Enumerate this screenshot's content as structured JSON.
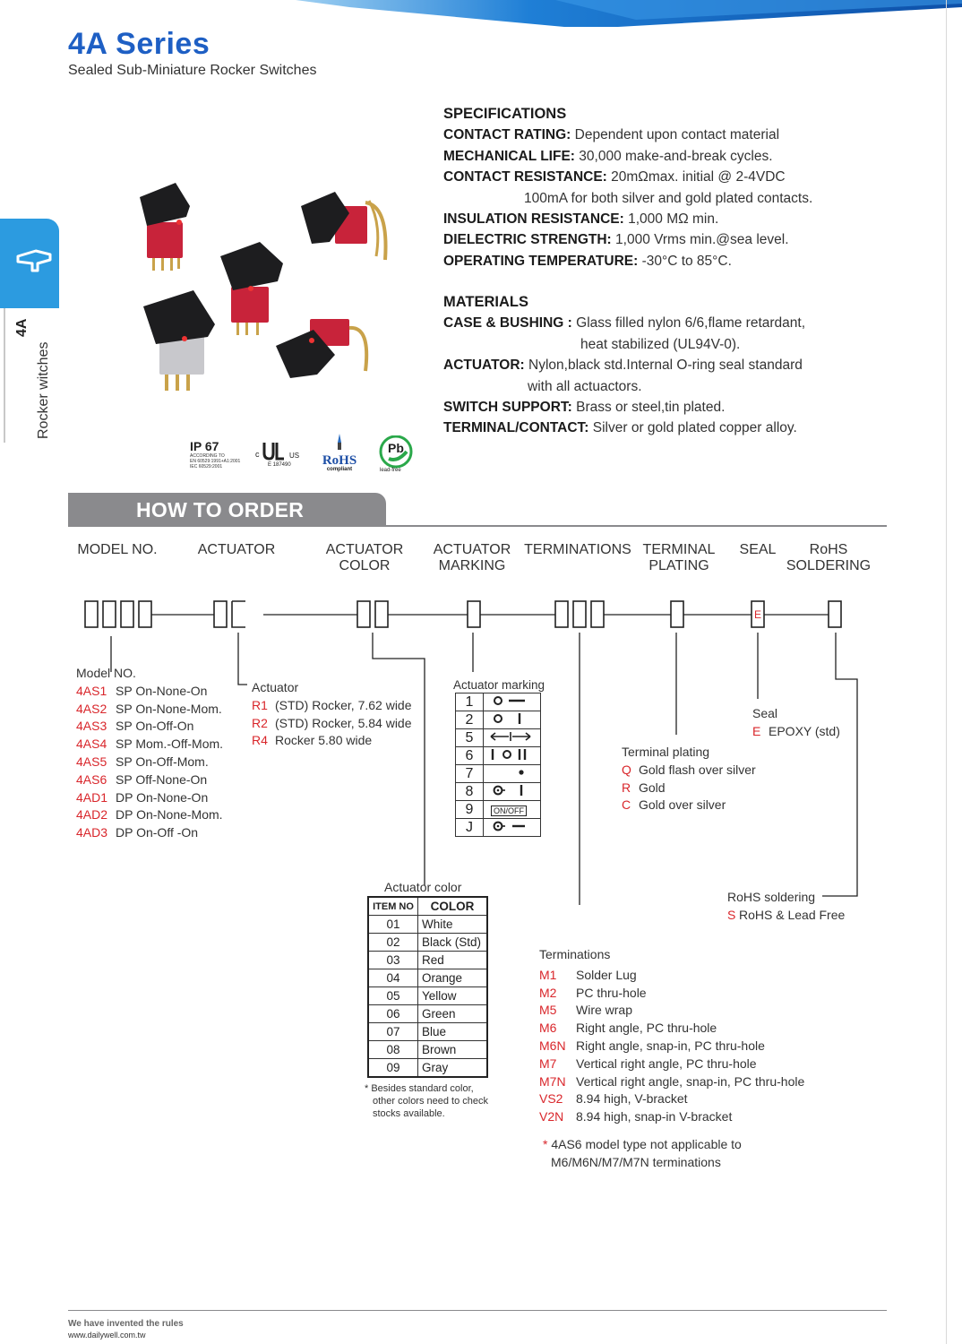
{
  "header": {
    "title": "4A Series",
    "subtitle": "Sealed Sub-Miniature Rocker Switches"
  },
  "side_tab": {
    "code": "4A",
    "label": "Rocker witches"
  },
  "specifications": {
    "heading": "SPECIFICATIONS",
    "rows": [
      {
        "label": "CONTACT RATING:",
        "value": " Dependent upon contact material"
      },
      {
        "label": "MECHANICAL LIFE:",
        "value": " 30,000 make-and-break cycles."
      },
      {
        "label": "CONTACT RESISTANCE:",
        "value": " 20mΩmax. initial @ 2-4VDC"
      },
      {
        "label": "",
        "value": "100mA for both silver and gold plated contacts."
      },
      {
        "label": "INSULATION RESISTANCE:",
        "value": " 1,000 MΩ  min."
      },
      {
        "label": "DIELECTRIC STRENGTH:",
        "value": " 1,000 Vrms min.@sea level."
      },
      {
        "label": "OPERATING TEMPERATURE:",
        "value": " -30°C to 85°C."
      }
    ]
  },
  "materials": {
    "heading": "MATERIALS",
    "rows": [
      {
        "label": "CASE & BUSHING :",
        "value": " Glass filled nylon 6/6,flame retardant,"
      },
      {
        "label": "",
        "value": "heat stabilized (UL94V-0)."
      },
      {
        "label": "ACTUATOR:",
        "value": " Nylon,black std.Internal O-ring seal standard"
      },
      {
        "label": "",
        "value": "with all actuactors."
      },
      {
        "label": "SWITCH  SUPPORT:",
        "value": " Brass or steel,tin plated."
      },
      {
        "label": "TERMINAL/CONTACT:",
        "value": " Silver or gold plated copper alloy."
      }
    ]
  },
  "certifications": {
    "ip_title": "IP 67",
    "ip_lines": [
      "ACCORDING TO",
      "EN 60529:1991+A1:2001",
      "IEC 60529:2001"
    ],
    "ul_c": "c",
    "ul_us": "US",
    "ul_file": "E  187490",
    "rohs": "RoHS",
    "rohs_sub": "compliant",
    "pb": "Pb",
    "pb_sub": "lead-free"
  },
  "how_to_order": {
    "banner": "HOW TO ORDER",
    "columns": [
      {
        "line1": "MODEL NO.",
        "line2": ""
      },
      {
        "line1": "ACTUATOR",
        "line2": ""
      },
      {
        "line1": "ACTUATOR",
        "line2": "COLOR"
      },
      {
        "line1": "ACTUATOR",
        "line2": "MARKING"
      },
      {
        "line1": "TERMINATIONS",
        "line2": ""
      },
      {
        "line1": "TERMINAL",
        "line2": "PLATING"
      },
      {
        "line1": "SEAL",
        "line2": ""
      },
      {
        "line1": "RoHS",
        "line2": "SOLDERING"
      }
    ],
    "seal_box": "E"
  },
  "model": {
    "heading": "Model NO.",
    "items": [
      {
        "code": "4AS1",
        "desc": "SP On-None-On"
      },
      {
        "code": "4AS2",
        "desc": "SP On-None-Mom."
      },
      {
        "code": "4AS3",
        "desc": "SP On-Off-On"
      },
      {
        "code": "4AS4",
        "desc": "SP Mom.-Off-Mom."
      },
      {
        "code": "4AS5",
        "desc": "SP On-Off-Mom."
      },
      {
        "code": "4AS6",
        "desc": "SP Off-None-On"
      },
      {
        "code": "4AD1",
        "desc": "DP On-None-On"
      },
      {
        "code": "4AD2",
        "desc": "DP On-None-Mom."
      },
      {
        "code": "4AD3",
        "desc": "DP On-Off -On"
      }
    ]
  },
  "actuator": {
    "heading": "Actuator",
    "items": [
      {
        "code": "R1",
        "desc": "(STD) Rocker, 7.62 wide"
      },
      {
        "code": "R2",
        "desc": "(STD) Rocker, 5.84 wide"
      },
      {
        "code": "R4",
        "desc": "Rocker 5.80 wide"
      }
    ]
  },
  "marking": {
    "heading": "Actuator marking",
    "rows": [
      {
        "code": "1",
        "symbol": "o-dash"
      },
      {
        "code": "2",
        "symbol": "o-bar"
      },
      {
        "code": "5",
        "symbol": "arrows"
      },
      {
        "code": "6",
        "symbol": "i-o-ii"
      },
      {
        "code": "7",
        "symbol": "dot"
      },
      {
        "code": "8",
        "symbol": "odot-bar"
      },
      {
        "code": "9",
        "symbol": "onoff",
        "text": "ON/OFF"
      },
      {
        "code": "J",
        "symbol": "odot-dash"
      }
    ]
  },
  "color": {
    "heading": "Actuator color",
    "col_item": "ITEM NO",
    "col_color": "COLOR",
    "rows": [
      {
        "no": "01",
        "color": "White"
      },
      {
        "no": "02",
        "color": "Black (Std)"
      },
      {
        "no": "03",
        "color": "Red"
      },
      {
        "no": "04",
        "color": "Orange"
      },
      {
        "no": "05",
        "color": "Yellow"
      },
      {
        "no": "06",
        "color": "Green"
      },
      {
        "no": "07",
        "color": "Blue"
      },
      {
        "no": "08",
        "color": "Brown"
      },
      {
        "no": "09",
        "color": "Gray"
      }
    ],
    "note_star": "*",
    "note": [
      "Besides standard color,",
      "other colors need to check",
      "stocks available."
    ]
  },
  "terminations": {
    "heading": "Terminations",
    "items": [
      {
        "code": "M1",
        "desc": "Solder Lug"
      },
      {
        "code": "M2",
        "desc": "PC thru-hole"
      },
      {
        "code": "M5",
        "desc": "Wire wrap"
      },
      {
        "code": "M6",
        "desc": "Right angle, PC thru-hole"
      },
      {
        "code": "M6N",
        "desc": "Right angle, snap-in, PC thru-hole"
      },
      {
        "code": "M7",
        "desc": "Vertical right angle, PC thru-hole"
      },
      {
        "code": "M7N",
        "desc": "Vertical right angle, snap-in, PC thru-hole"
      },
      {
        "code": "VS2",
        "desc": "8.94 high, V-bracket"
      },
      {
        "code": "V2N",
        "desc": "8.94 high, snap-in V-bracket"
      }
    ],
    "note_star": "*",
    "note_line1": "4AS6 model type not applicable to",
    "note_line2": "M6/M6N/M7/M7N terminations"
  },
  "plating": {
    "heading": "Terminal plating",
    "items": [
      {
        "code": "Q",
        "desc": "Gold flash over silver"
      },
      {
        "code": "R",
        "desc": "Gold"
      },
      {
        "code": "C",
        "desc": "Gold over silver"
      }
    ]
  },
  "seal": {
    "heading": "Seal",
    "items": [
      {
        "code": "E",
        "desc": "EPOXY (std)"
      }
    ]
  },
  "rohs_soldering": {
    "heading": "RoHS soldering",
    "items": [
      {
        "code": "S",
        "desc": "RoHS & Lead Free"
      }
    ]
  },
  "footer": {
    "tagline": "We have invented the rules",
    "url": "www.dailywell.com.tw"
  },
  "colors": {
    "title_blue": "#1e5fc4",
    "tab_blue": "#2c9be0",
    "code_red": "#d9262b",
    "banner_gray": "#8a8a8d"
  }
}
